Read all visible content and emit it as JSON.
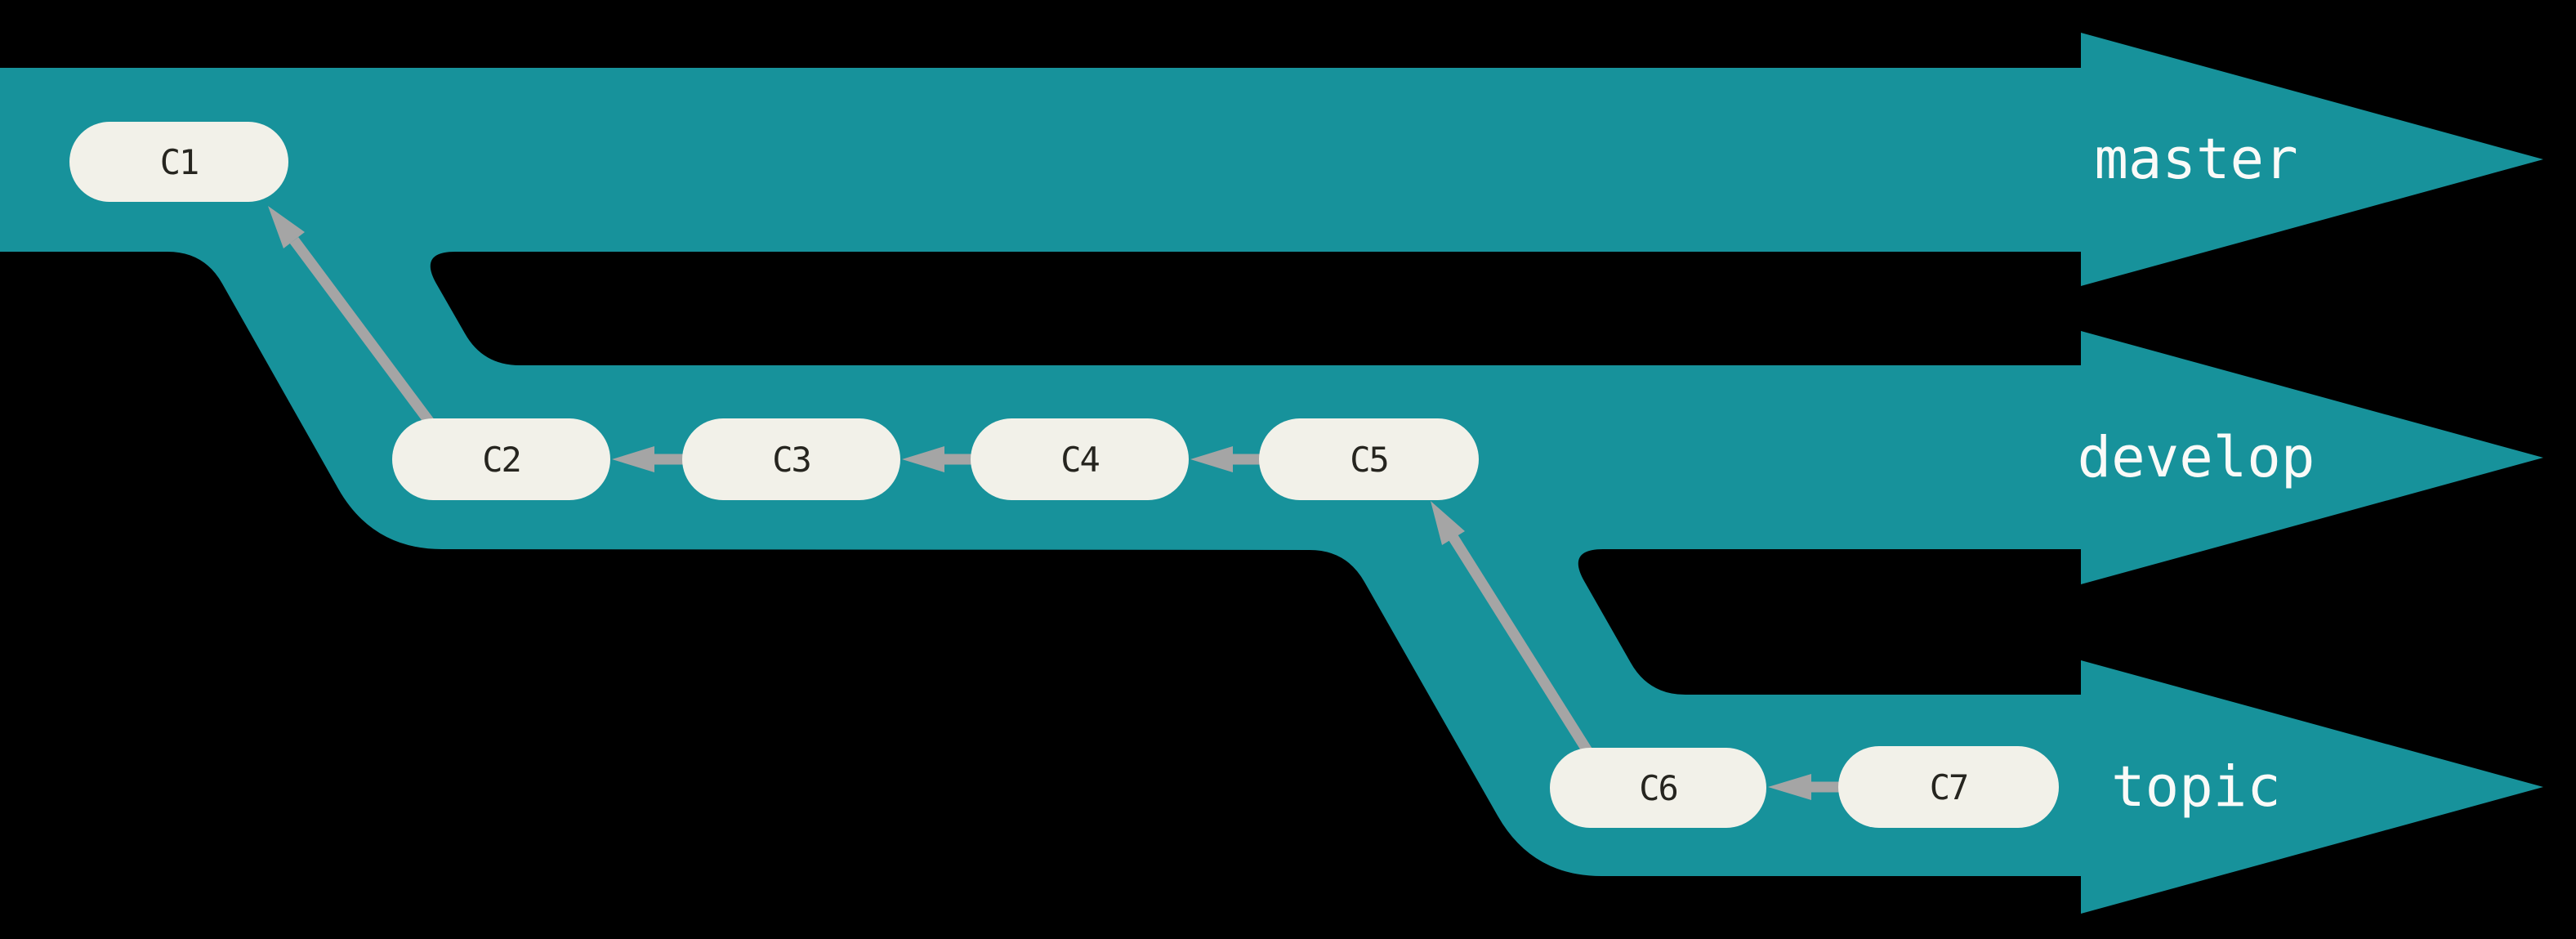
{
  "diagram": {
    "type": "git-commit-branch-diagram",
    "colors": {
      "background": "#000000",
      "ribbon": "#17929B",
      "arrow": "#A5A5A5",
      "node_fill": "#F2F1E9",
      "node_text": "#26251F",
      "branch_label": "#FAFAF8"
    },
    "branches": [
      {
        "name": "master",
        "commits": [
          "C1"
        ]
      },
      {
        "name": "develop",
        "commits": [
          "C2",
          "C3",
          "C4",
          "C5"
        ]
      },
      {
        "name": "topic",
        "commits": [
          "C6",
          "C7"
        ]
      }
    ],
    "commits": [
      {
        "label": "C1"
      },
      {
        "label": "C2"
      },
      {
        "label": "C3"
      },
      {
        "label": "C4"
      },
      {
        "label": "C5"
      },
      {
        "label": "C6"
      },
      {
        "label": "C7"
      }
    ],
    "edges": [
      {
        "from": "C2",
        "to": "C1"
      },
      {
        "from": "C3",
        "to": "C2"
      },
      {
        "from": "C4",
        "to": "C3"
      },
      {
        "from": "C5",
        "to": "C4"
      },
      {
        "from": "C6",
        "to": "C5"
      },
      {
        "from": "C7",
        "to": "C6"
      }
    ]
  }
}
